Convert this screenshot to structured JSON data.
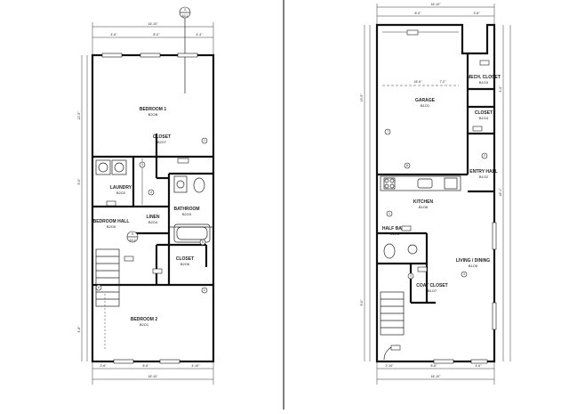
{
  "colors": {
    "paper": "#ffffff",
    "ink": "#111111",
    "sheet_border": "#000000"
  },
  "upper": {
    "section_marker": {
      "top": "3",
      "bottom": "A3.1"
    },
    "top_dims": [
      "16'-10\"",
      "4'-6\"",
      "8'-0\"",
      "4'-4\""
    ],
    "rooms": {
      "bedroom1": {
        "name": "BEDROOM 1",
        "code": "B2OB"
      },
      "closet1": {
        "name": "CLOSET",
        "code": "B2O7"
      },
      "laundry": {
        "name": "LAUNDRY",
        "code": "B2O2"
      },
      "bathroom": {
        "name": "BATHROOM",
        "code": "B2O3"
      },
      "linen": {
        "name": "LINEN",
        "code": "B2O4"
      },
      "bedroom_hall": {
        "name": "BEDROOM HALL",
        "code": "B2O5"
      },
      "closet2": {
        "name": "CLOSET",
        "code": "B2O6"
      },
      "bedroom2": {
        "name": "BEDROOM 2",
        "code": "B2O1"
      }
    },
    "stair_marker": {
      "top": "5",
      "bottom": "A3.2"
    },
    "bottom_dims": [
      "2'-6\"",
      "8'-6\"",
      "4'-10\""
    ],
    "overall_dim": "16'-10\"",
    "left_dims": [
      "12'-5\"",
      "5'-0\"",
      "4'-8\""
    ]
  },
  "lower": {
    "top_dims": [
      "16'-10\"",
      "8'-0\"",
      "3'-8\""
    ],
    "rooms": {
      "garage": {
        "name": "GARAGE",
        "code": "B1O1"
      },
      "mech_closet": {
        "name": "MECH. CLOSET",
        "code": "B1O3"
      },
      "closet": {
        "name": "CLOSET",
        "code": "B1O4"
      },
      "entry_hall": {
        "name": "ENTRY HALL",
        "code": "B1O2"
      },
      "kitchen": {
        "name": "KITCHEN",
        "code": "B1O6"
      },
      "half_bath": {
        "name": "HALF BATH",
        "code": "B1O8"
      },
      "coat_closet": {
        "name": "COAT CLOSET",
        "code": "B1O7"
      },
      "living_dining": {
        "name": "LIVING / DINING",
        "code": "B1O5"
      }
    },
    "garage_dims": [
      "16'-6\"",
      "7'-2\""
    ],
    "bottom_dims": [
      "2'-10\"",
      "8'-6\"",
      "4'-6\""
    ],
    "overall_dim": "16'-10\"",
    "left_dims": [
      "19'-9\"",
      "5'-0\""
    ],
    "right_dims": [
      "4'-0\"",
      "18'-1\""
    ]
  },
  "callouts": [
    "1",
    "2",
    "3",
    "4",
    "5",
    "6",
    "7",
    "8"
  ]
}
